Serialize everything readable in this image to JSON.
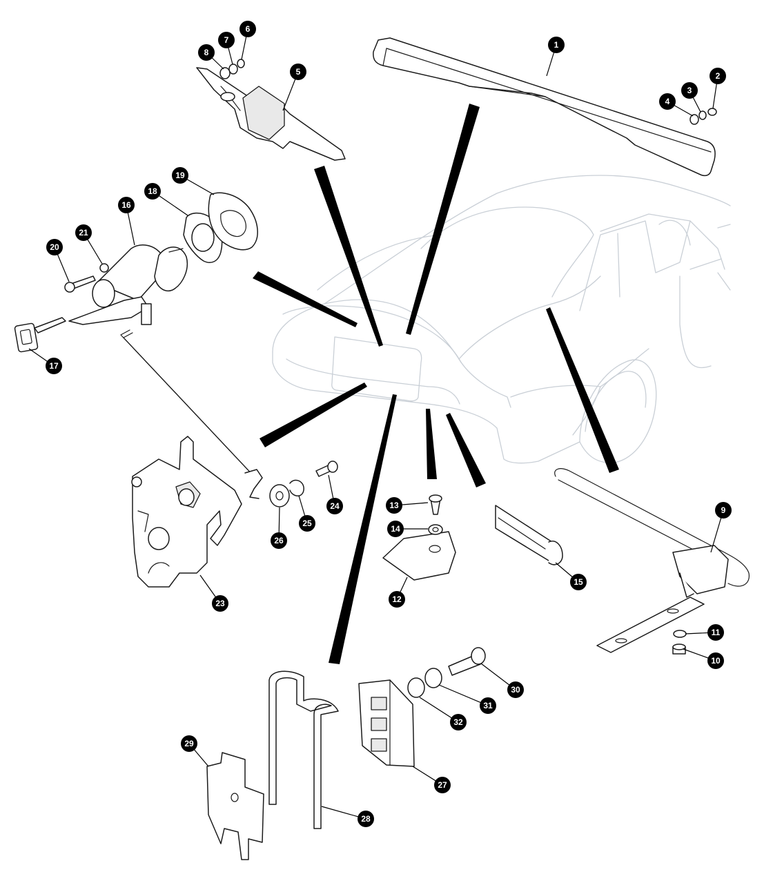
{
  "callouts": [
    "1",
    "2",
    "3",
    "4",
    "5",
    "6",
    "7",
    "8",
    "9",
    "10",
    "11",
    "12",
    "13",
    "14",
    "15",
    "16",
    "17",
    "18",
    "19",
    "20",
    "21",
    "23",
    "24",
    "25",
    "26",
    "27",
    "28",
    "29",
    "30",
    "31",
    "32"
  ],
  "colors": {
    "callout_fill": "#000000",
    "callout_text": "#ffffff",
    "car_outline": "#c9cfd6",
    "part_outline": "#1a1a1a"
  }
}
